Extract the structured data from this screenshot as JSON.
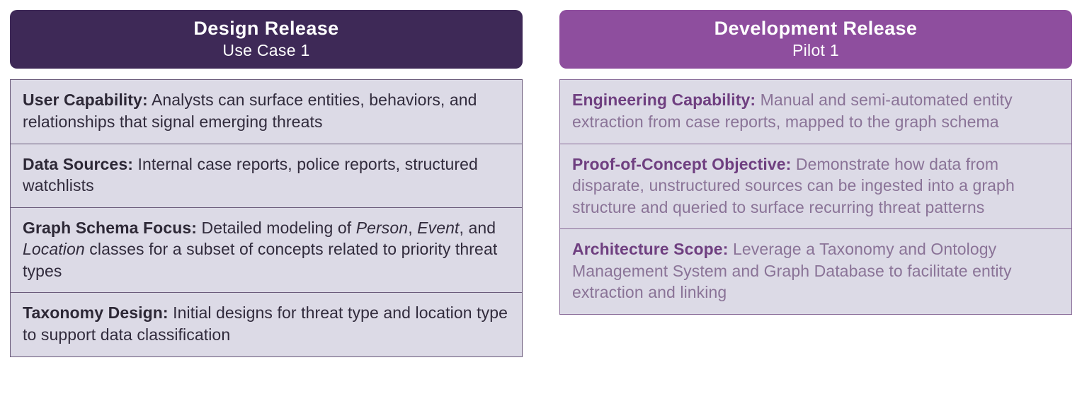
{
  "page": {
    "background": "#ffffff"
  },
  "columns": [
    {
      "header": {
        "title": "Design Release",
        "subtitle": "Use Case 1",
        "bg_color": "#3e2957",
        "text_color": "#ffffff"
      },
      "card": {
        "bg_color": "#dcdae6",
        "border_color": "#6b5b7b",
        "label_color": "#2d2836",
        "body_color": "#312b3c"
      },
      "rows": [
        {
          "label": "User Capability:",
          "segments": [
            {
              "text": " Analysts can surface entities, behaviors, and relationships that signal emerging threats",
              "italic": false
            }
          ]
        },
        {
          "label": "Data Sources:",
          "segments": [
            {
              "text": " Internal case reports, police reports, structured watchlists",
              "italic": false
            }
          ]
        },
        {
          "label": "Graph Schema Focus:",
          "segments": [
            {
              "text": " Detailed modeling of ",
              "italic": false
            },
            {
              "text": "Person",
              "italic": true
            },
            {
              "text": ", ",
              "italic": false
            },
            {
              "text": "Event",
              "italic": true
            },
            {
              "text": ", and ",
              "italic": false
            },
            {
              "text": "Location",
              "italic": true
            },
            {
              "text": " classes for a subset of concepts related to priority threat types",
              "italic": false
            }
          ]
        },
        {
          "label": "Taxonomy Design:",
          "segments": [
            {
              "text": " Initial designs for threat type and location type to support data classification",
              "italic": false
            }
          ]
        }
      ]
    },
    {
      "header": {
        "title": "Development Release",
        "subtitle": "Pilot 1",
        "bg_color": "#8e4e9e",
        "text_color": "#ffffff"
      },
      "card": {
        "bg_color": "#dcdae6",
        "border_color": "#8a6d99",
        "label_color": "#6f3f80",
        "body_color": "#8a7397"
      },
      "rows": [
        {
          "label": "Engineering Capability:",
          "segments": [
            {
              "text": " Manual and semi-automated entity extraction from case reports, mapped to the graph schema",
              "italic": false
            }
          ]
        },
        {
          "label": "Proof-of-Concept Objective:",
          "segments": [
            {
              "text": " Demonstrate how data from disparate, unstructured sources can be ingested into a graph structure and queried to surface recurring threat patterns",
              "italic": false
            }
          ]
        },
        {
          "label": "Architecture Scope:",
          "segments": [
            {
              "text": " Leverage a Taxonomy and Ontology Management System and Graph Database to facilitate entity extraction and linking",
              "italic": false
            }
          ]
        }
      ]
    }
  ]
}
